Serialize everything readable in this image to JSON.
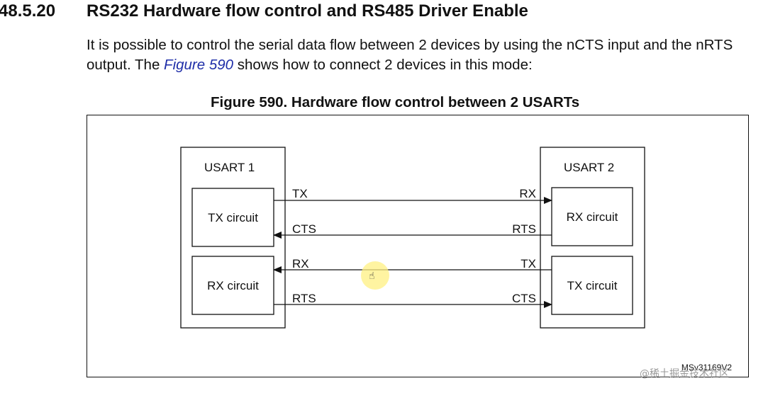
{
  "section": {
    "number": "48.5.20",
    "title": "RS232 Hardware flow control and RS485 Driver Enable"
  },
  "paragraph": {
    "text_before": "It is possible to control the serial data flow between 2 devices by using the nCTS input and the nRTS output. The ",
    "figure_ref": "Figure 590",
    "text_after": " shows how to connect 2 devices in this mode:"
  },
  "figure": {
    "caption": "Figure 590. Hardware flow control between 2 USARTs",
    "id": "MSv31169V2",
    "device_left": {
      "label": "USART 1",
      "top_block": "TX circuit",
      "bottom_block": "RX circuit"
    },
    "device_right": {
      "label": "USART 2",
      "top_block": "RX circuit",
      "bottom_block": "TX circuit"
    },
    "signals": [
      {
        "left": "TX",
        "right": "RX",
        "direction": "left-to-right"
      },
      {
        "left": "CTS",
        "right": "RTS",
        "direction": "right-to-left"
      },
      {
        "left": "RX",
        "right": "TX",
        "direction": "right-to-left"
      },
      {
        "left": "RTS",
        "right": "CTS",
        "direction": "left-to-right"
      }
    ]
  },
  "watermark": "@稀土掘金技术社区",
  "cursor_icon": "hand-pointer-icon"
}
